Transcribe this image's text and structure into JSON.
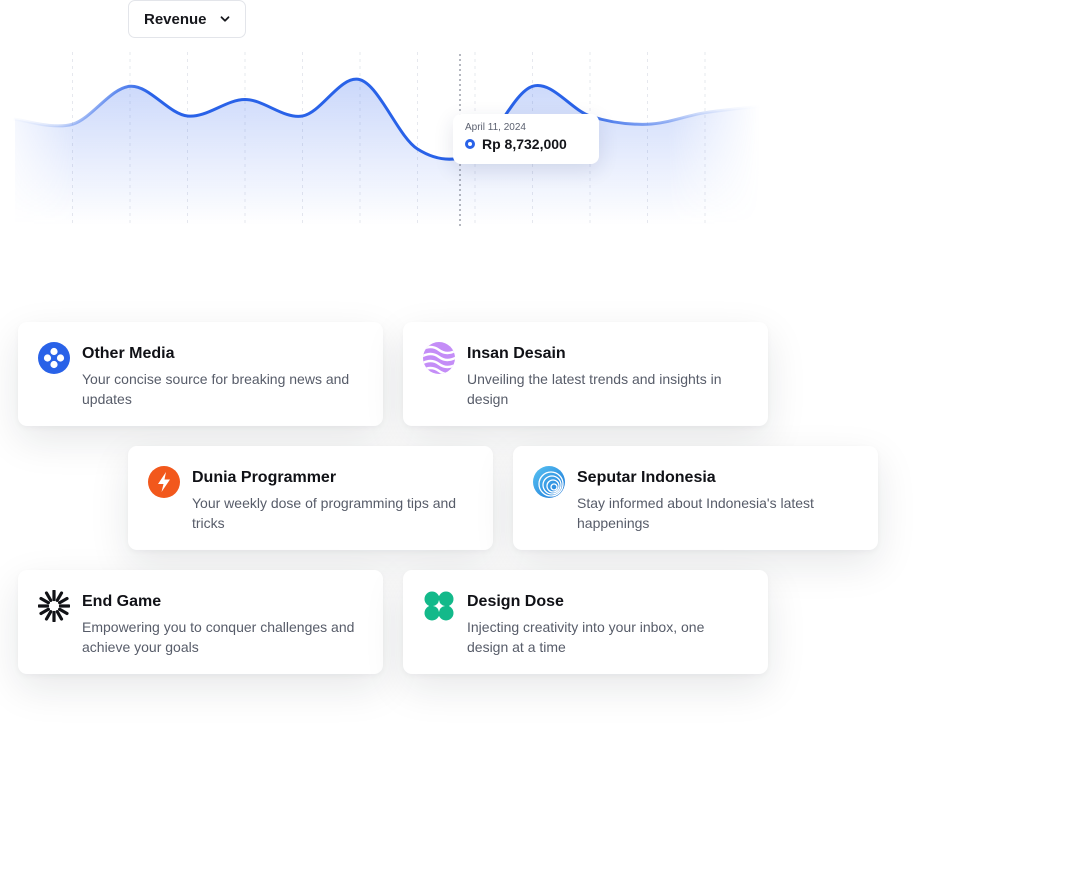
{
  "metric_selector": {
    "label": "Revenue"
  },
  "tooltip": {
    "date": "April 11, 2024",
    "value": "Rp 8,732,000"
  },
  "colors": {
    "accent": "#2962e8",
    "card_bg": "#ffffff",
    "text_muted": "#575c69"
  },
  "chart_data": {
    "type": "area",
    "x": [
      0,
      1,
      2,
      3,
      4,
      5,
      6,
      7,
      8,
      9,
      10,
      11,
      12,
      13
    ],
    "values": [
      58,
      55,
      78,
      60,
      70,
      60,
      82,
      40,
      38,
      78,
      60,
      55,
      62,
      66
    ],
    "ylim": [
      0,
      100
    ],
    "highlight_index": 8,
    "grid": "vertical dashed"
  },
  "cards": [
    {
      "title": "Other Media",
      "description": "Your concise source for breaking news and updates",
      "icon": "other-media-icon"
    },
    {
      "title": "Insan Desain",
      "description": "Unveiling the latest trends and insights in design",
      "icon": "insan-desain-icon"
    },
    {
      "title": "Dunia Programmer",
      "description": "Your weekly dose of programming tips and tricks",
      "icon": "lightning-icon"
    },
    {
      "title": "Seputar Indonesia",
      "description": "Stay informed about Indonesia's latest happenings",
      "icon": "globe-icon"
    },
    {
      "title": "End Game",
      "description": "Empowering you to conquer challenges and achieve your goals",
      "icon": "sunburst-icon"
    },
    {
      "title": "Design Dose",
      "description": "Injecting creativity into your inbox, one design at a time",
      "icon": "design-dose-icon"
    }
  ]
}
